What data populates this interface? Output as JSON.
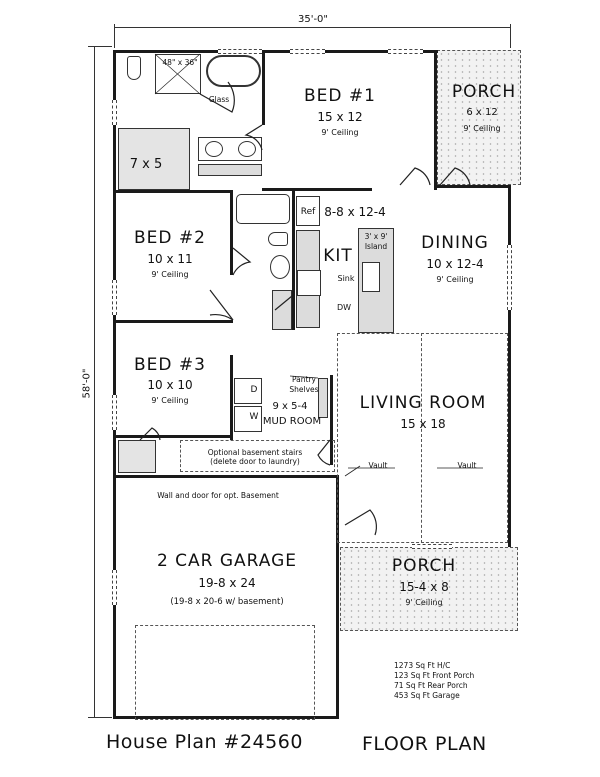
{
  "dimensions": {
    "width": "35'-0\"",
    "depth": "58'-0\""
  },
  "rooms": {
    "master_bath": {
      "shower": "48\" x 36\"",
      "glass_note": "Glass",
      "closet": "7 x 5"
    },
    "bed1": {
      "name": "BED #1",
      "size": "15 x 12",
      "ceiling": "9' Ceiling"
    },
    "rear_porch": {
      "name": "PORCH",
      "size": "6 x 12",
      "ceiling": "9' Ceiling"
    },
    "bed2": {
      "name": "BED #2",
      "size": "10 x 11",
      "ceiling": "9' Ceiling"
    },
    "kitchen": {
      "name": "KIT",
      "size": "8-8 x 12-4",
      "ref": "Ref",
      "island": "3' x 9'",
      "island_label": "Island",
      "sink": "Sink",
      "dw": "DW"
    },
    "dining": {
      "name": "DINING",
      "size": "10 x 12-4",
      "ceiling": "9' Ceiling"
    },
    "bed3": {
      "name": "BED #3",
      "size": "10 x 10",
      "ceiling": "9' Ceiling"
    },
    "mud_room": {
      "name": "MUD ROOM",
      "size": "9 x 5-4",
      "dryer": "D",
      "washer": "W",
      "pantry": "Pantry",
      "shelves": "Shelves"
    },
    "living": {
      "name": "LIVING ROOM",
      "size": "15 x 18",
      "vault_left": "Vault",
      "vault_right": "Vault"
    },
    "garage": {
      "name": "2 CAR GARAGE",
      "size": "19-8 x 24",
      "alt_size": "(19-8 x 20-6 w/ basement)"
    },
    "front_porch": {
      "name": "PORCH",
      "size": "15-4 x 8",
      "ceiling": "9' Ceiling"
    }
  },
  "notes": {
    "basement_stairs_1": "Optional basement stairs",
    "basement_stairs_2": "(delete door to laundry)",
    "basement_wall": "Wall and door for opt. Basement"
  },
  "area_summary": [
    "1273 Sq Ft H/C",
    "123 Sq Ft Front Porch",
    "71 Sq Ft Rear Porch",
    "453 Sq Ft Garage"
  ],
  "footer": {
    "plan_number": "House Plan #24560",
    "plan_type": "FLOOR PLAN"
  }
}
